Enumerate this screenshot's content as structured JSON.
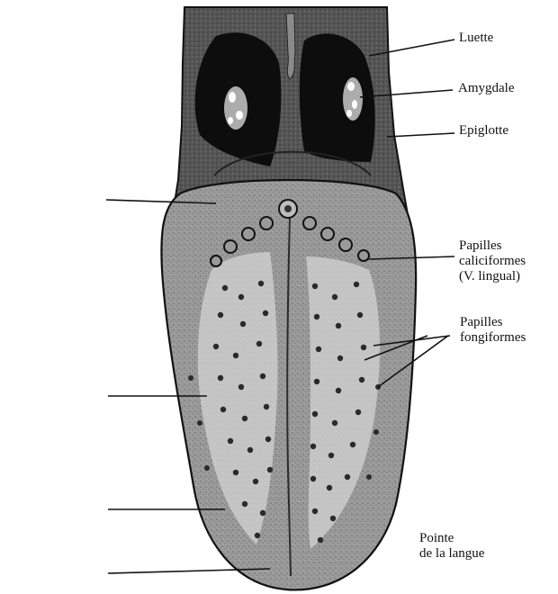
{
  "labels": {
    "luette": "Luette",
    "amygdale": "Amygdale",
    "epiglotte": "Epiglotte",
    "calic_1": "Papilles",
    "calic_2": "caliciformes",
    "calic_3": "(V. lingual)",
    "fong_1": "Papilles",
    "fong_2": "fongiformes",
    "pointe_1": "Pointe",
    "pointe_2": "de la langue"
  },
  "colors": {
    "ink": "#111111",
    "tongue_fill": "#9a9a9a",
    "throat_fill": "#555555",
    "cavity_fill": "#0d0d0d",
    "papilla_zone": "#cfcfcf",
    "papilla_dot": "#2a2a2a"
  }
}
